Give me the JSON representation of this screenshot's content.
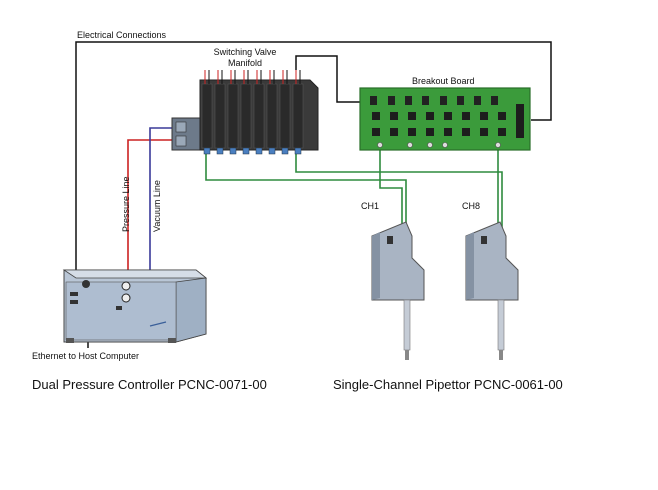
{
  "labels": {
    "electrical_connections": "Electrical Connections",
    "switching_valve_manifold_line1": "Switching Valve",
    "switching_valve_manifold_line2": "Manifold",
    "breakout_board": "Breakout Board",
    "pressure_line": "Pressure Line",
    "vacuum_line": "Vacuum Line",
    "ch1": "CH1",
    "ch8": "CH8",
    "ethernet": "Ethernet to Host Computer",
    "controller_caption": "Dual Pressure Controller PCNC-0071-00",
    "pipettor_caption": "Single-Channel Pipettor PCNC-0061-00"
  },
  "colors": {
    "wire": "#111111",
    "pressure_line": "#cc2222",
    "vacuum_line": "#3a3a99",
    "tube_green": "#2e8b3e",
    "board": "#3b9b3b",
    "board_edge": "#2a6f2a",
    "manifold": "#3a3a3a",
    "controller_body": "#b9c6d6",
    "pipettor_body": "#a9b4c3"
  }
}
